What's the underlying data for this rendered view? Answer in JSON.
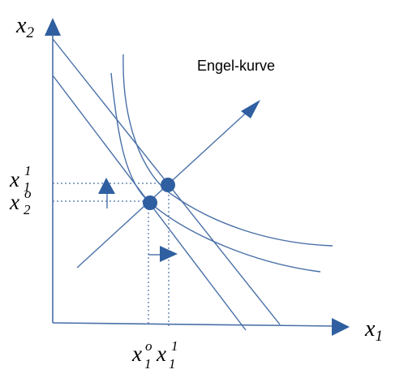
{
  "title": "Engel-kurve",
  "axes": {
    "x": {
      "var": "x",
      "sub": "1"
    },
    "y": {
      "var": "x",
      "sub": "2"
    }
  },
  "tick_labels": {
    "y_upper": {
      "var": "x",
      "sub": "1",
      "sup": "1"
    },
    "y_lower": {
      "var": "x",
      "sub": "2",
      "sup": "o"
    },
    "x_left": {
      "var": "x",
      "sub": "1",
      "sup": "o"
    },
    "x_right": {
      "var": "x",
      "sub": "1",
      "sup": "1"
    }
  },
  "colors": {
    "line": "#4a70a8",
    "marker": "#2f5fa0",
    "text": "#000000"
  }
}
